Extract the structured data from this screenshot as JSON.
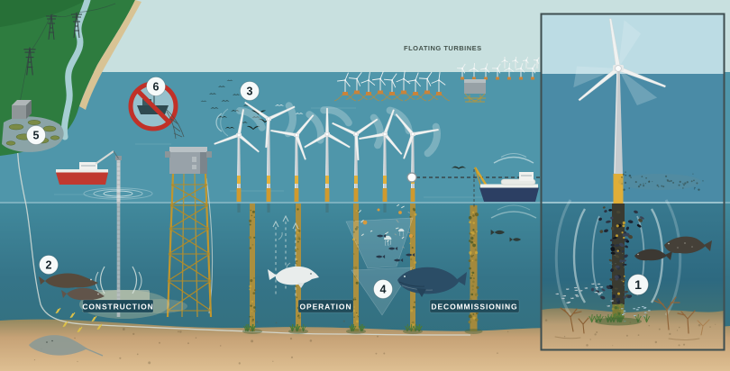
{
  "floating_turbines_label": "FLOATING TURBINES",
  "stages": [
    {
      "id": "construction",
      "label": "CONSTRUCTION"
    },
    {
      "id": "operation",
      "label": "OPERATION"
    },
    {
      "id": "decommissioning",
      "label": "DECOMMISSIONING"
    }
  ],
  "markers": [
    {
      "number": "1"
    },
    {
      "number": "2"
    },
    {
      "number": "3"
    },
    {
      "number": "4"
    },
    {
      "number": "5"
    },
    {
      "number": "6"
    }
  ],
  "icons": {
    "no_fishing": "no-fishing-prohibition-icon",
    "callout": "callout-leader-line"
  },
  "colors": {
    "sky": "#c8e0df",
    "sea": "#4f96aa",
    "deep_water": "#2f6f84",
    "sand": "#d9ba8b",
    "land": "#2e7c3f",
    "label_bg": "#1f4a59",
    "label_text": "#ffffff",
    "prohibition_red": "#c13128",
    "structure_yellow": "#d8a62e"
  }
}
